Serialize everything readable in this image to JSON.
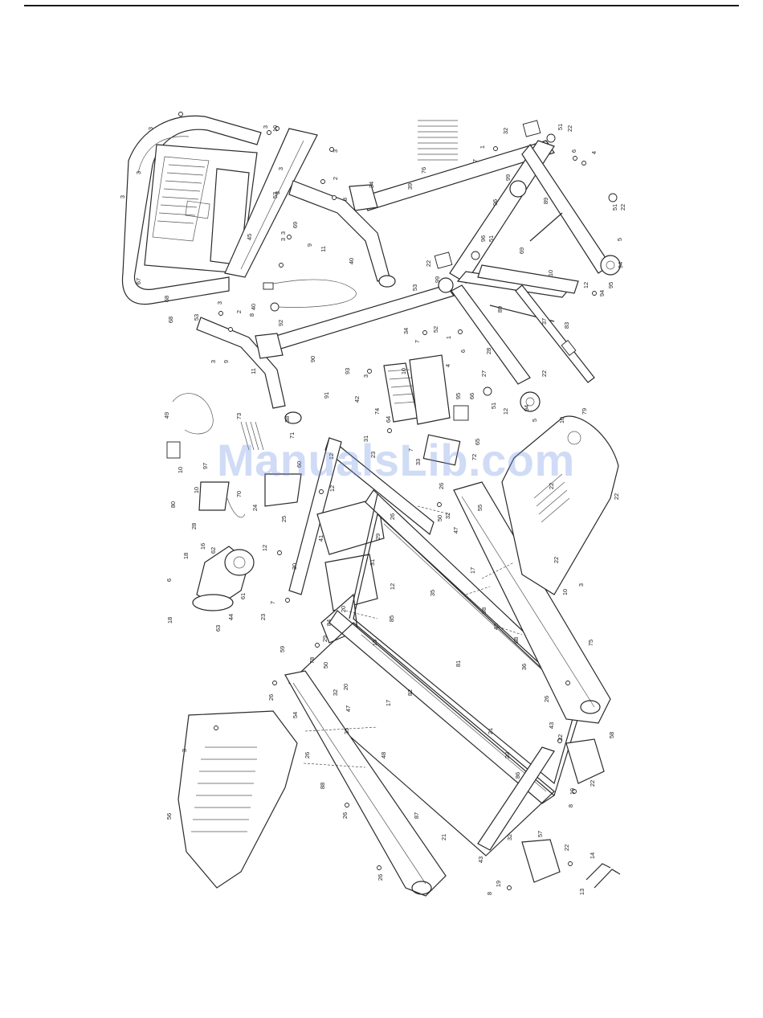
{
  "watermark": "ManualsLib.com",
  "callout_labels": [
    "3",
    "10",
    "3",
    "3",
    "2",
    "8",
    "3",
    "3",
    "3",
    "3",
    "3",
    "53",
    "45",
    "3",
    "69",
    "9",
    "11",
    "40",
    "34",
    "39",
    "76",
    "1",
    "7",
    "32",
    "51",
    "22",
    "6",
    "4",
    "99",
    "96",
    "68",
    "89",
    "69",
    "10",
    "51",
    "22",
    "5",
    "94",
    "95",
    "94",
    "12",
    "67",
    "68",
    "53",
    "3",
    "2",
    "8",
    "3",
    "9",
    "11",
    "40",
    "92",
    "34",
    "38",
    "53",
    "99",
    "96",
    "51",
    "22",
    "52",
    "7",
    "1",
    "6",
    "4",
    "28",
    "89",
    "37",
    "83",
    "90",
    "91",
    "93",
    "3",
    "10",
    "42",
    "74",
    "64",
    "27",
    "51",
    "22",
    "12",
    "94",
    "5",
    "95",
    "66",
    "10",
    "79",
    "49",
    "73",
    "71",
    "31",
    "23",
    "7",
    "33",
    "65",
    "72",
    "10",
    "97",
    "10",
    "80",
    "28",
    "60",
    "12",
    "70",
    "24",
    "12",
    "25",
    "12",
    "18",
    "16",
    "62",
    "30",
    "41",
    "29",
    "31",
    "55",
    "26",
    "50",
    "32",
    "47",
    "6",
    "18",
    "61",
    "44",
    "63",
    "23",
    "7",
    "35",
    "17",
    "26",
    "12",
    "20",
    "85",
    "15",
    "84",
    "98",
    "48",
    "88",
    "26",
    "75",
    "10",
    "3",
    "22",
    "22",
    "22",
    "59",
    "78",
    "50",
    "29",
    "32",
    "20",
    "81",
    "36",
    "82",
    "26",
    "54",
    "47",
    "17",
    "35",
    "48",
    "21",
    "43",
    "32",
    "22",
    "58",
    "22",
    "26",
    "26",
    "88",
    "86",
    "56",
    "3",
    "8",
    "19",
    "87",
    "21",
    "32",
    "57",
    "22",
    "43",
    "8",
    "19",
    "13",
    "14",
    "26"
  ]
}
